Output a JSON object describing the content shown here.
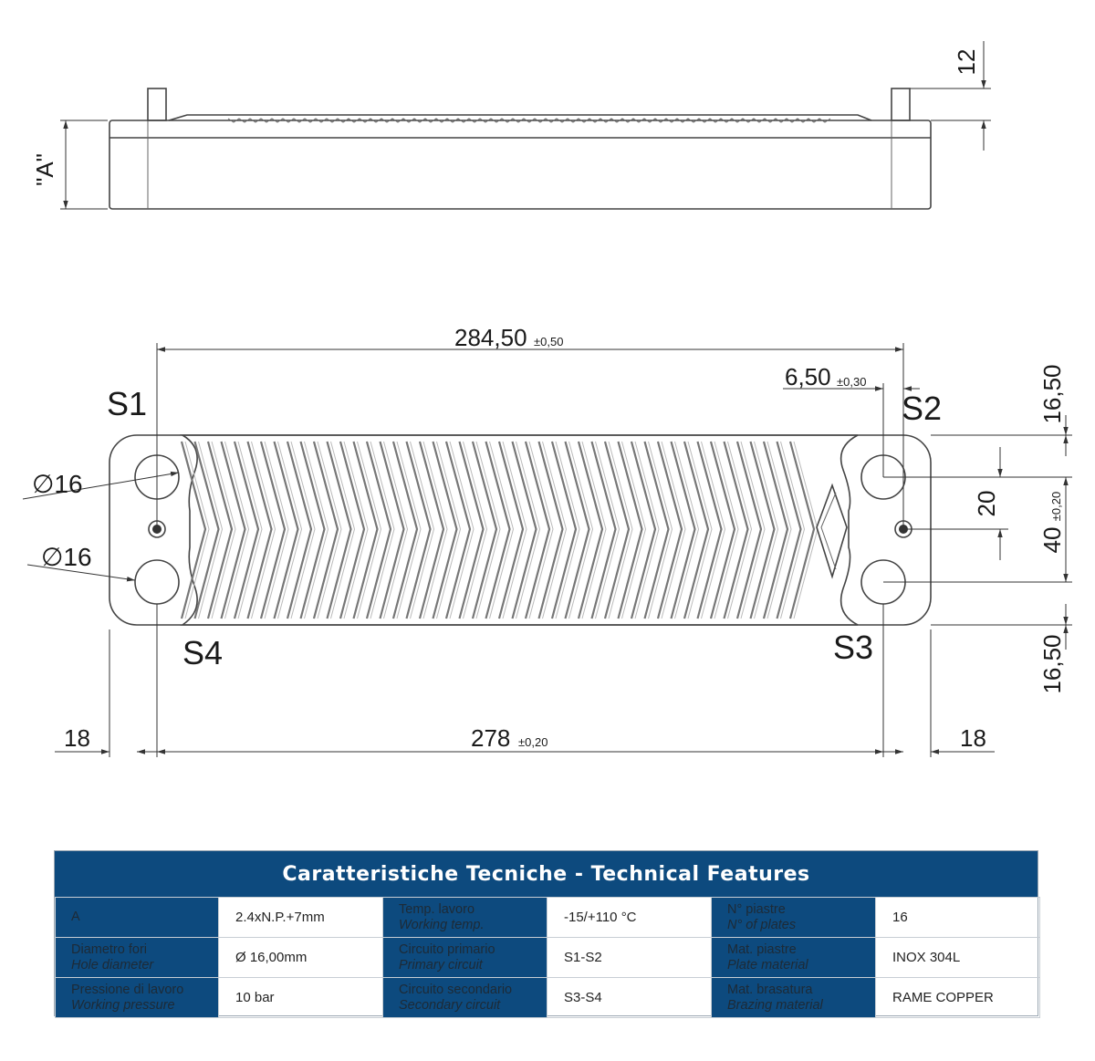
{
  "drawing": {
    "top_view": {
      "height_label": "\"A\"",
      "connection_height": "12"
    },
    "plate_view": {
      "port_labels": [
        "S1",
        "S2",
        "S3",
        "S4"
      ],
      "overall_centers": {
        "value": "284,50",
        "tolerance": "±0,50"
      },
      "bottom_centers": {
        "value": "278",
        "tolerance": "±0,20"
      },
      "edge_left": "18",
      "edge_right": "18",
      "offset": {
        "value": "6,50",
        "tolerance": "±0,30"
      },
      "hole_upper": "∅16",
      "hole_lower": "∅16",
      "vertical_top": "16,50",
      "vertical_mid": "20",
      "vertical_centers": {
        "value": "40",
        "tolerance": "±0,20"
      },
      "vertical_bottom": "16,50"
    }
  },
  "features_table": {
    "title": "Caratteristiche Tecniche - Technical Features",
    "rows": [
      {
        "c1": {
          "it": "A",
          "en": ""
        },
        "v1": "2.4xN.P.+7mm",
        "c2": {
          "it": "Temp. lavoro",
          "en": "Working temp."
        },
        "v2": "-15/+110 °C",
        "c3": {
          "it": "N° piastre",
          "en": "N° of plates"
        },
        "v3": "16"
      },
      {
        "c1": {
          "it": "Diametro fori",
          "en": "Hole diameter"
        },
        "v1": "Ø 16,00mm",
        "c2": {
          "it": "Circuito primario",
          "en": "Primary circuit"
        },
        "v2": "S1-S2",
        "c3": {
          "it": "Mat. piastre",
          "en": "Plate material"
        },
        "v3": "INOX 304L"
      },
      {
        "c1": {
          "it": "Pressione di lavoro",
          "en": "Working pressure"
        },
        "v1": "10 bar",
        "c2": {
          "it": "Circuito secondario",
          "en": "Secondary circuit"
        },
        "v2": "S3-S4",
        "c3": {
          "it": "Mat. brasatura",
          "en": "Brazing material"
        },
        "v3": "RAME COPPER"
      }
    ]
  },
  "colors": {
    "header_blue": "#0d4a7e",
    "label_text": "#1d2a36"
  }
}
